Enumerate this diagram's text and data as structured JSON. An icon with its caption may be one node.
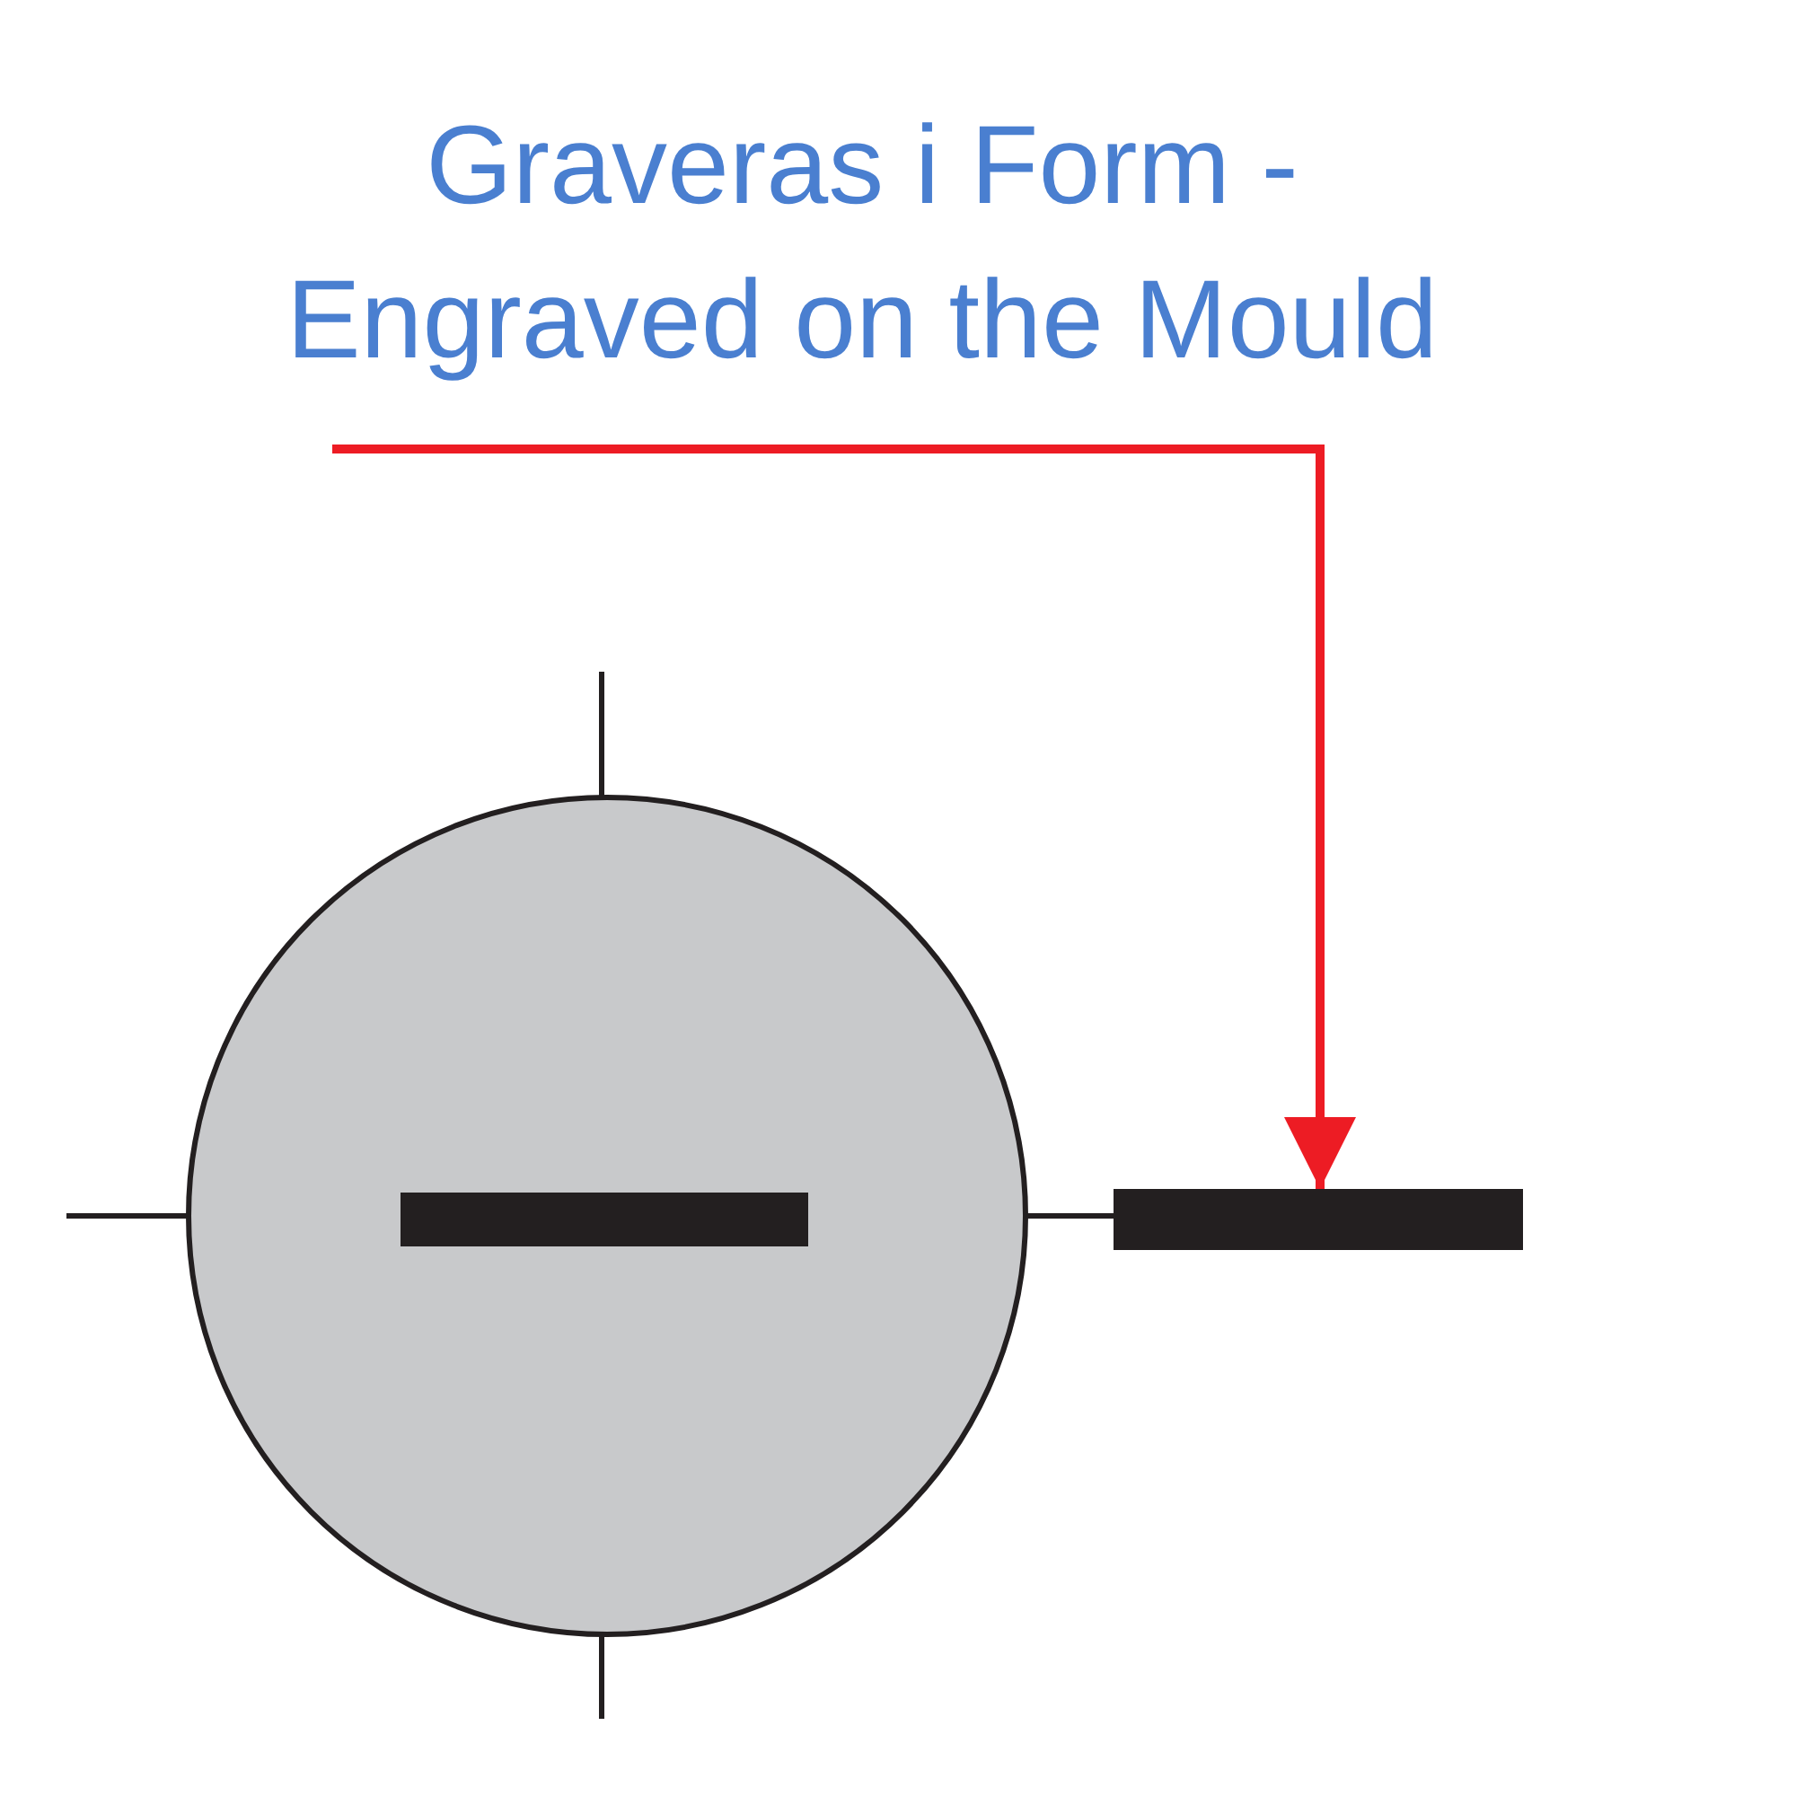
{
  "diagram": {
    "nodes": [
      {
        "text": [
          "Graveras i Form - Engraved on the Mould"
        ]
      },
      {
        "text": [],
        "shape": "bar"
      }
    ],
    "edges": [
      {
        "from": 0,
        "to": 1,
        "arrow": "to",
        "color": "#ed1c24"
      }
    ]
  }
}
